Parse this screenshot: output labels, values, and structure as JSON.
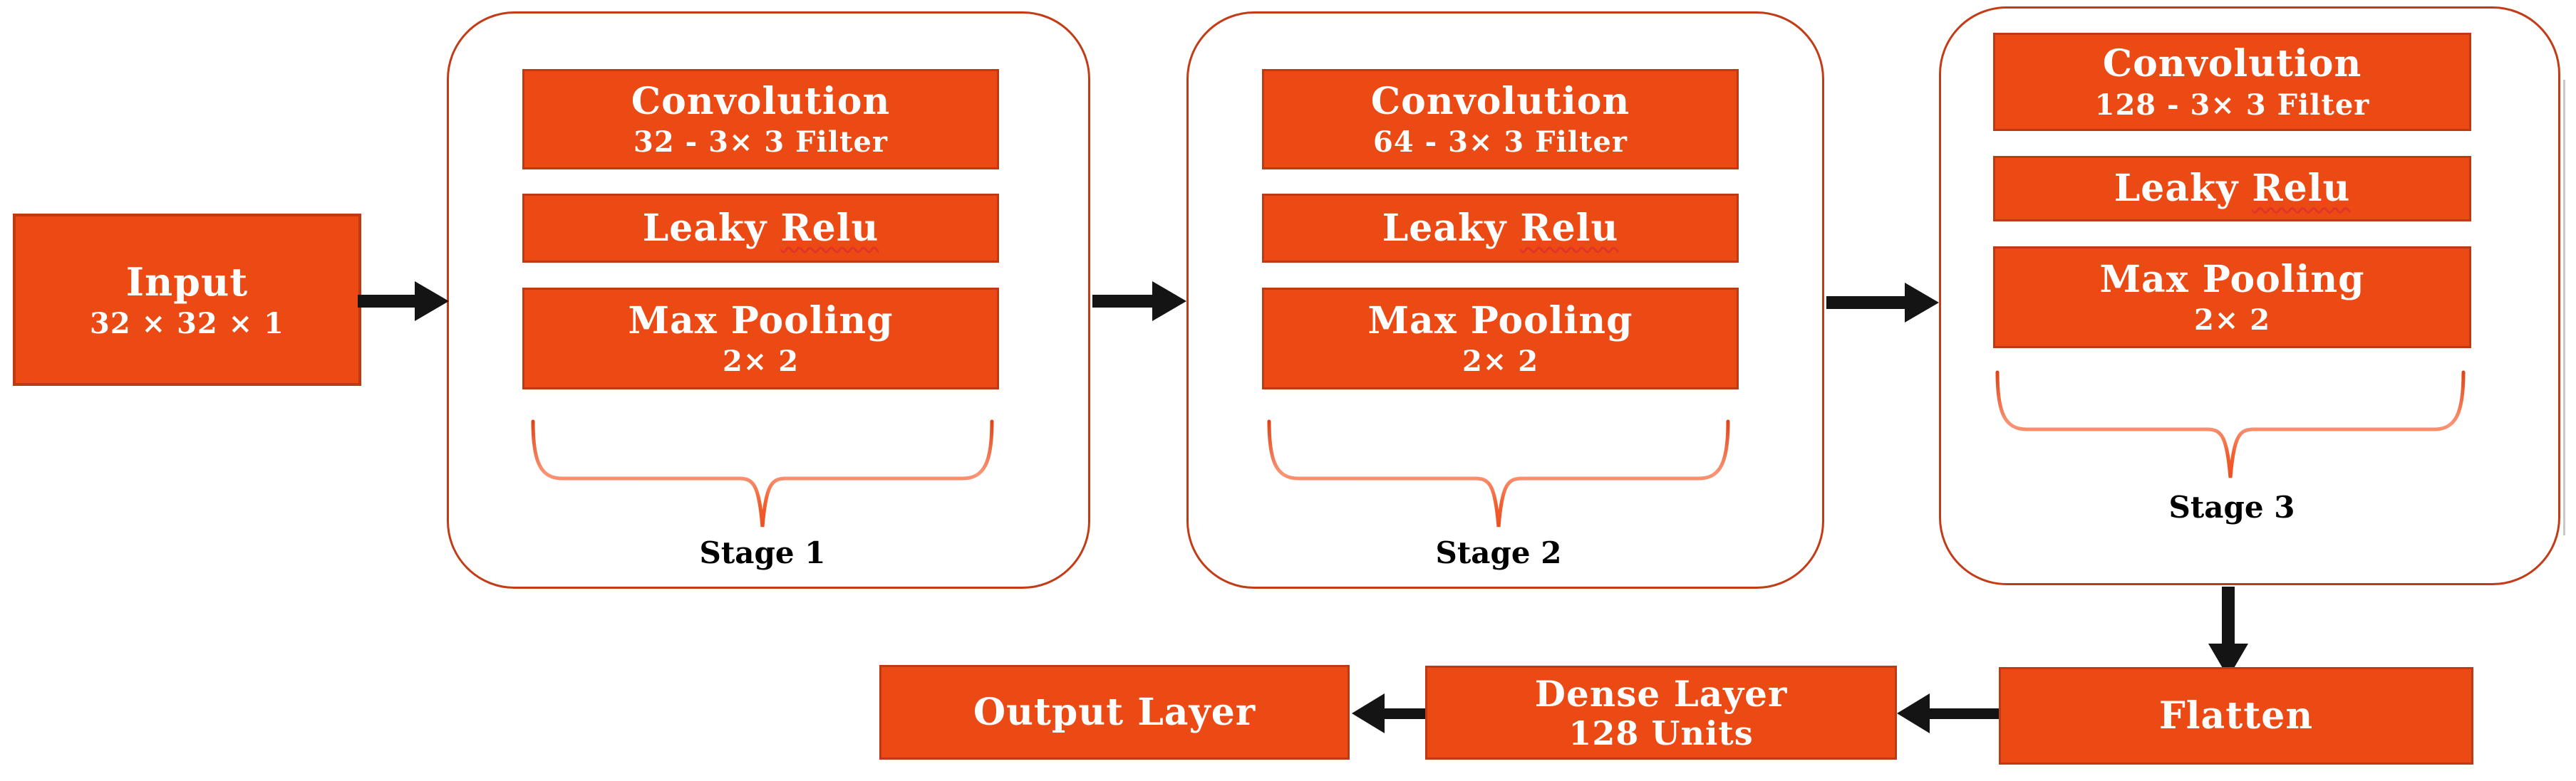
{
  "colors": {
    "box_fill": "#EB4A15",
    "box_border": "#BF3A14",
    "container_border": "#C33C18",
    "arrow": "#141414",
    "brace_dark": "#E04416",
    "brace_light": "#FA9577",
    "text_on_box": "#FFFFFF",
    "stage_label_text": "#000000"
  },
  "input": {
    "title": "Input",
    "subtitle": "32 × 32 × 1"
  },
  "stages": [
    {
      "label": "Stage 1",
      "conv_title": "Convolution",
      "conv_subtitle": "32 - 3× 3 Filter",
      "activation_prefix": "Leaky",
      "activation_word": "Relu",
      "pool_title": "Max Pooling",
      "pool_subtitle": "2× 2"
    },
    {
      "label": "Stage 2",
      "conv_title": "Convolution",
      "conv_subtitle": "64 - 3× 3 Filter",
      "activation_prefix": "Leaky",
      "activation_word": "Relu",
      "pool_title": "Max Pooling",
      "pool_subtitle": "2× 2"
    },
    {
      "label": "Stage 3",
      "conv_title": "Convolution",
      "conv_subtitle": "128 - 3× 3 Filter",
      "activation_prefix": "Leaky",
      "activation_word": "Relu",
      "pool_title": "Max Pooling",
      "pool_subtitle": "2× 2"
    }
  ],
  "bottom": {
    "flatten": "Flatten",
    "dense_title": "Dense Layer",
    "dense_subtitle": "128 Units",
    "output": "Output Layer"
  }
}
